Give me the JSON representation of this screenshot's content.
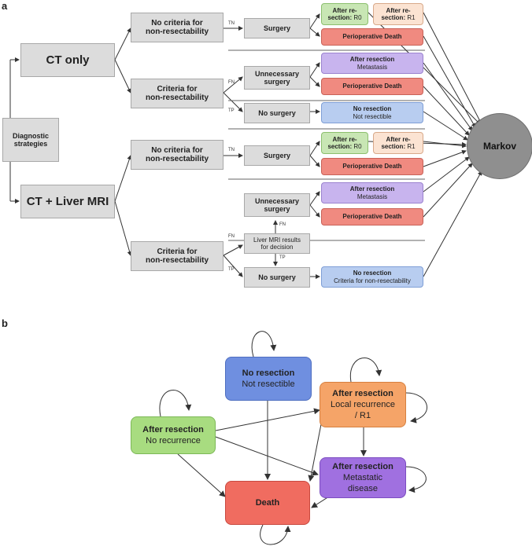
{
  "panel_a": {
    "label": "a",
    "start": {
      "line1": "Diagnostic",
      "line2": "strategies"
    },
    "ct_only": "CT only",
    "ct_mri": "CT + Liver MRI",
    "no_criteria": {
      "line1": "No criteria for",
      "line2": "non-resectability"
    },
    "criteria": {
      "line1": "Criteria for",
      "line2": "non-resectability"
    },
    "surgery": "Surgery",
    "unnecessary": {
      "line1": "Unnecessary",
      "line2": "surgery"
    },
    "no_surgery": "No surgery",
    "mri_results": {
      "line1": "Liver MRI results",
      "line2": "for decision"
    },
    "tags": {
      "tn": "TN",
      "fn": "FN",
      "tp": "TP"
    },
    "after_r0": {
      "line1": "After re-",
      "line2_bold": "section:",
      "line2_rest": " R0"
    },
    "after_r1": {
      "line1": "After re-",
      "line2_bold": "section:",
      "line2_rest": " R1"
    },
    "periop": "Perioperative Death",
    "after_meta": {
      "line1": "After resection",
      "line2": "Metastasis"
    },
    "no_res_1": {
      "line1": "No resection",
      "line2": "Not resectible"
    },
    "no_res_2": {
      "line1": "No resection",
      "line2": "Criteria for non-resectability"
    },
    "markov": "Markov"
  },
  "panel_b": {
    "label": "b",
    "no_resection": {
      "title": "No resection",
      "sub": "Not resectible"
    },
    "local_recurrence": {
      "title": "After resection",
      "sub1": "Local recurrence",
      "sub2": "/ R1"
    },
    "no_recurrence": {
      "title": "After resection",
      "sub": "No recurrence"
    },
    "metastatic": {
      "title": "After resection",
      "sub1": "Metastatic",
      "sub2": "disease"
    },
    "death": {
      "title": "Death"
    }
  },
  "colors": {
    "grey_box": "#dcdcdc",
    "green": "#c8e6b4",
    "peach": "#fbe3d2",
    "red": "#f08a80",
    "purple": "#c8b4ee",
    "blue": "#b8cdf0",
    "markov": "#8f8f8f",
    "state_blue": "#6f8fe0",
    "state_orange": "#f5a468",
    "state_green": "#a8dc80",
    "state_purple": "#a070e0",
    "state_red": "#f06c60"
  }
}
